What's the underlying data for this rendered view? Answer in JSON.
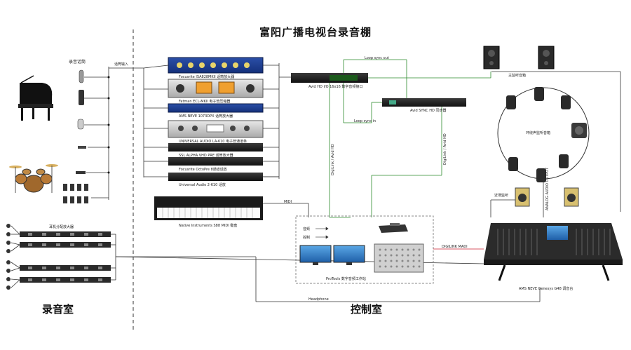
{
  "title": "富阳广播电视台录音棚",
  "rooms": {
    "recording": "录音室",
    "control": "控制室"
  },
  "labels": {
    "mics": "录音话筒",
    "patch_left": "话筒输入",
    "pdu_top": "耳机分配放大器",
    "rack1": "Focusrite ISA828MKII 话筒放大器",
    "rack2": "Fatman ECL-MKII 电子管压缩器",
    "rack3": "AMS NEVE 1073DPX 话筒放大器",
    "rack4": "UNIVERSAL AUDIO LA-610 电子管通道条",
    "rack5": "SSL ALPHA VHD PRE 话筒放大器",
    "rack6": "Focusrite OctoPre 8通道话放",
    "rack7": "Universal Audio 2-610 话放",
    "interface": "Avid HD I/O 16x16 数字音频接口",
    "sync": "Avid SYNC HD 同步器",
    "keyboard": "Native Instruments S88 MIDI 键盘",
    "workstation": "ProTools 数字音频工作站",
    "console": "AMS NEVE Genesys G48 调音台",
    "monitors_top": "主监听音箱",
    "surround": "环绕声监听音箱",
    "nearfield": "近场监听",
    "loop_sync_out": "Loop sync out",
    "loop_sync_in": "Loop sync in",
    "digilink_a": "DigiLink / Avid HD",
    "digilink_b": "DigiLink / Avid HD",
    "madi": "DIGILINK MADI",
    "analog_out": "ANALOG AUDIO OUTPUT",
    "headphone": "Headphone",
    "midi": "MIDI",
    "legend1": "音频",
    "legend2": "控制"
  }
}
